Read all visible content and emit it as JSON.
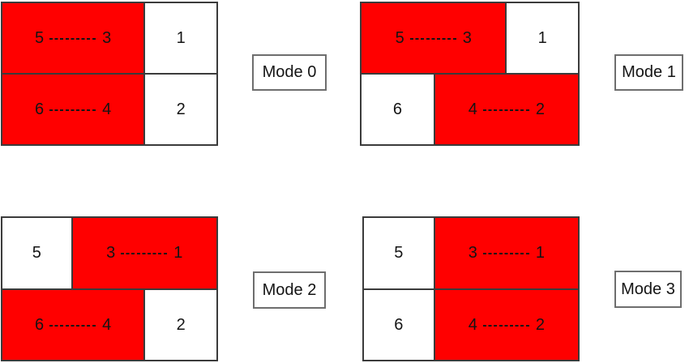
{
  "colors": {
    "cell_red": "#ff0000",
    "cell_white": "#ffffff",
    "cell_border": "#3b3b3b",
    "box_border": "#6e6e6e",
    "text": "#141414"
  },
  "connector_style": "dashed",
  "modes": [
    {
      "label": "Mode 0",
      "rows": [
        [
          {
            "kind": "pair",
            "nums": [
              "5",
              "3"
            ],
            "fill": "red",
            "width_pct": 66.8
          },
          {
            "kind": "single",
            "num": "1",
            "fill": "white",
            "width_pct": 33.2
          }
        ],
        [
          {
            "kind": "pair",
            "nums": [
              "6",
              "4"
            ],
            "fill": "red",
            "width_pct": 66.8
          },
          {
            "kind": "single",
            "num": "2",
            "fill": "white",
            "width_pct": 33.2
          }
        ]
      ]
    },
    {
      "label": "Mode 1",
      "rows": [
        [
          {
            "kind": "pair",
            "nums": [
              "5",
              "3"
            ],
            "fill": "red",
            "width_pct": 67.2
          },
          {
            "kind": "single",
            "num": "1",
            "fill": "white",
            "width_pct": 32.8
          }
        ],
        [
          {
            "kind": "single",
            "num": "6",
            "fill": "white",
            "width_pct": 34.0
          },
          {
            "kind": "pair",
            "nums": [
              "4",
              "2"
            ],
            "fill": "red",
            "width_pct": 66.0
          }
        ]
      ]
    },
    {
      "label": "Mode 2",
      "rows": [
        [
          {
            "kind": "single",
            "num": "5",
            "fill": "white",
            "width_pct": 32.8
          },
          {
            "kind": "pair",
            "nums": [
              "3",
              "1"
            ],
            "fill": "red",
            "width_pct": 67.2
          }
        ],
        [
          {
            "kind": "pair",
            "nums": [
              "6",
              "4"
            ],
            "fill": "red",
            "width_pct": 66.8
          },
          {
            "kind": "single",
            "num": "2",
            "fill": "white",
            "width_pct": 33.2
          }
        ]
      ]
    },
    {
      "label": "Mode 3",
      "rows": [
        [
          {
            "kind": "single",
            "num": "5",
            "fill": "white",
            "width_pct": 33.2
          },
          {
            "kind": "pair",
            "nums": [
              "3",
              "1"
            ],
            "fill": "red",
            "width_pct": 66.8
          }
        ],
        [
          {
            "kind": "single",
            "num": "6",
            "fill": "white",
            "width_pct": 33.2
          },
          {
            "kind": "pair",
            "nums": [
              "4",
              "2"
            ],
            "fill": "red",
            "width_pct": 66.8
          }
        ]
      ]
    }
  ]
}
